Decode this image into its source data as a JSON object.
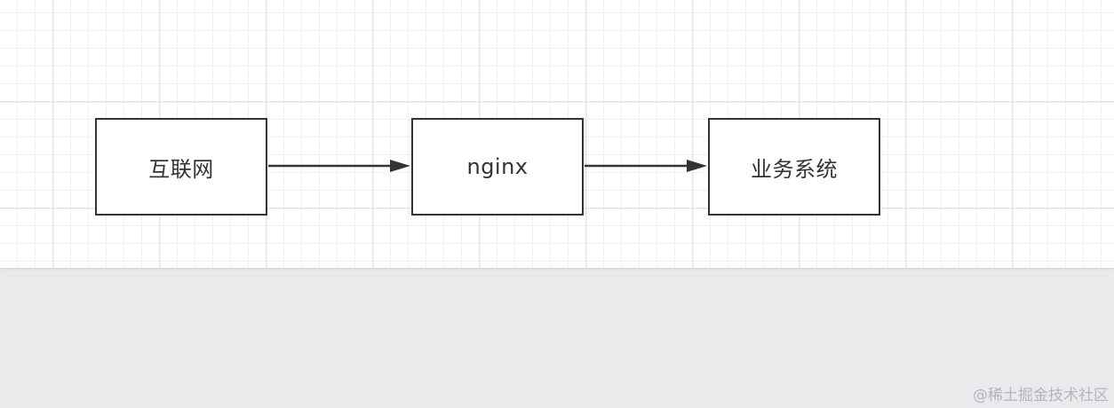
{
  "diagram": {
    "nodes": [
      {
        "label": "互联网"
      },
      {
        "label": "nginx"
      },
      {
        "label": "业务系统"
      }
    ],
    "edges": [
      {
        "from": "互联网",
        "to": "nginx"
      },
      {
        "from": "nginx",
        "to": "业务系统"
      }
    ]
  },
  "watermark": "@稀土掘金技术社区",
  "colors": {
    "canvas_background": "#ffffff",
    "grid_line": "#e4e4e4",
    "stroke": "#333333",
    "outside_background": "#e9eaec",
    "watermark": "#b2b4b8"
  }
}
